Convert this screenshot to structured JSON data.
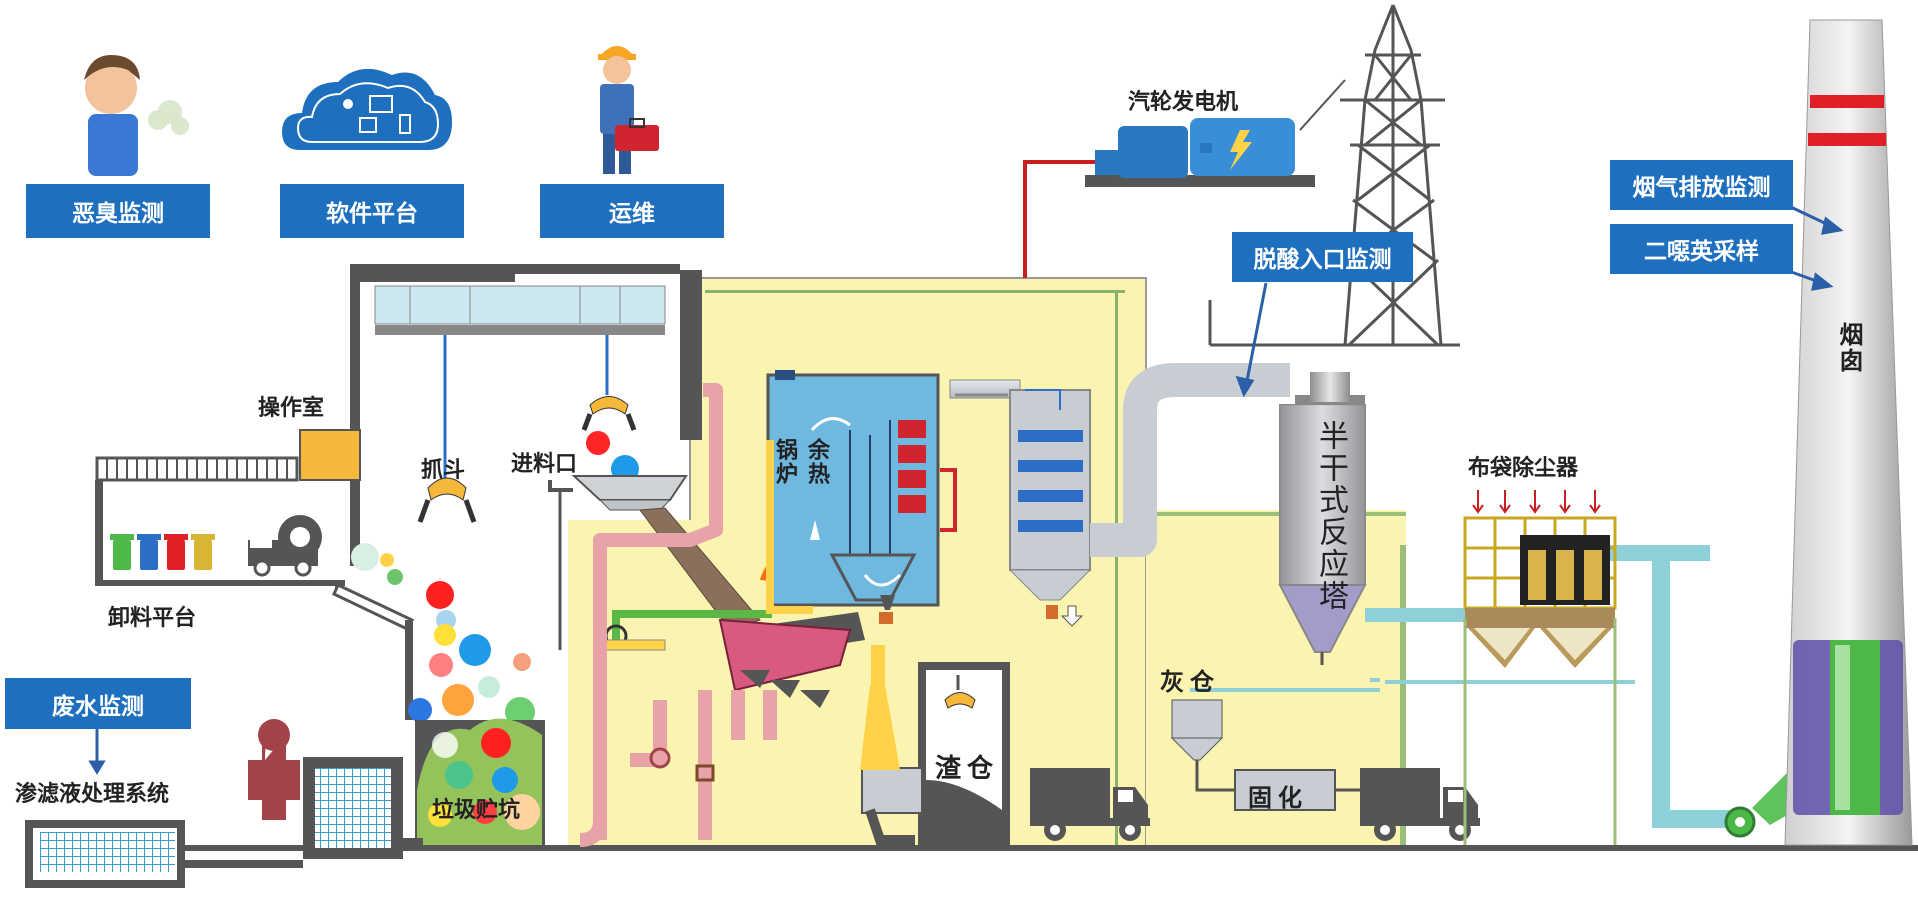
{
  "monitor_tags": {
    "odor": "恶臭监测",
    "software": "软件平台",
    "ops": "运维",
    "desulf_inlet": "脱酸入口监测",
    "flue_gas": "烟气排放监测",
    "dioxin": "二噁英采样",
    "wastewater": "废水监测"
  },
  "labels": {
    "turbine": "汽轮发电机",
    "control_room": "操作室",
    "grab": "抓斗",
    "feed_inlet": "进料口",
    "waste_heat_boiler": "余热锅炉",
    "unloading_platform": "卸料平台",
    "leachate_system": "渗滤液处理系统",
    "waste_pit": "垃圾贮坑",
    "slag_bin": "渣仓",
    "ash_bin": "灰仓",
    "solidify": "固化",
    "semi_dry_reactor": "半干式反应塔",
    "bag_filter": "布袋除尘器",
    "chimney": "烟囱"
  },
  "colors": {
    "tag_blue": "#1e6fbe",
    "plant_yellow": "#fbf4b0",
    "duct_gray": "#c8cdd4",
    "boiler_blue": "#6fb8e0",
    "pipe_pink": "#e8a3a8",
    "chimney_red": "#e01f26",
    "teal_duct": "#8fd0d8"
  }
}
